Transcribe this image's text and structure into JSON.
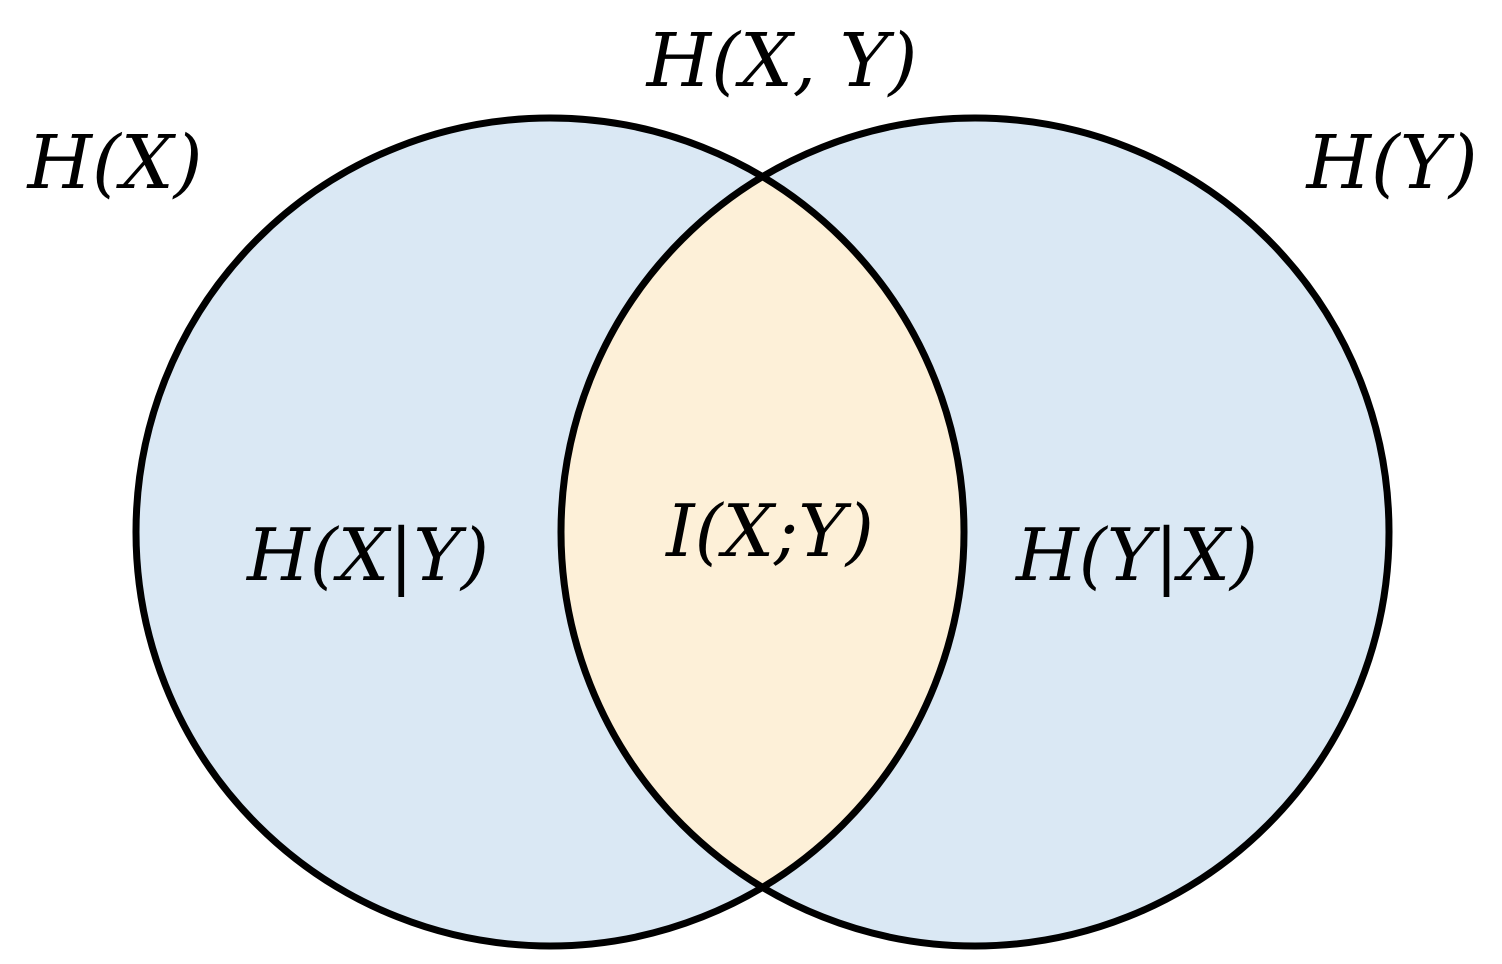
{
  "diagram": {
    "title": "",
    "colors": {
      "circle_fill": "#DAE8F4",
      "intersection_fill": "#FDF0D8",
      "outline": "#000000",
      "text": "#000000",
      "background": "#FFFFFF"
    },
    "labels": {
      "joint_entropy": "H(X, Y)",
      "entropy_x": "H(X)",
      "entropy_y": "H(Y)",
      "conditional_x_given_y": "H(X|Y)",
      "mutual_information": "I(X;Y)",
      "conditional_y_given_x": "H(Y|X)"
    }
  }
}
